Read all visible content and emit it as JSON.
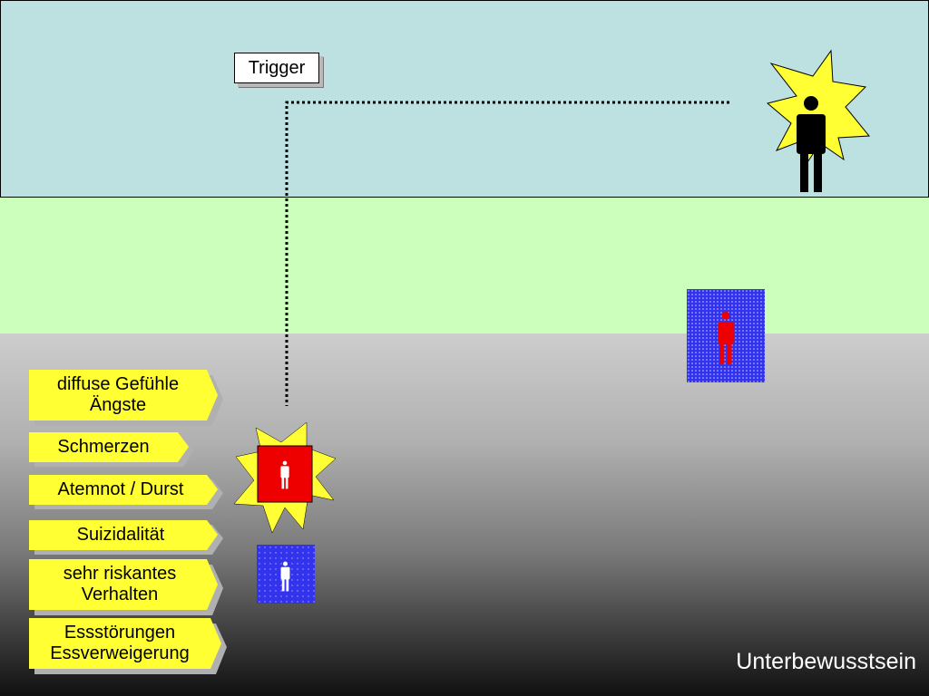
{
  "diagram": {
    "trigger_label": "Trigger",
    "bottom_layer_label": "Unterbewusstsein",
    "tags": [
      {
        "lines": [
          "diffuse Gefühle",
          "Ängste"
        ]
      },
      {
        "lines": [
          "Schmerzen"
        ]
      },
      {
        "lines": [
          "Atemnot / Durst"
        ]
      },
      {
        "lines": [
          "Suizidalität"
        ]
      },
      {
        "lines": [
          "sehr riskantes",
          "Verhalten"
        ]
      },
      {
        "lines": [
          "Essstörungen",
          "Essverweigerung"
        ]
      }
    ],
    "colors": {
      "layer_top": "#bde1e1",
      "layer_mid": "#ccffbb",
      "tag_fill": "#ffff33",
      "burst_fill": "#ffff33",
      "red_box": "#ee0000",
      "blue_pattern": "#3333ee",
      "figure_black": "#000000",
      "figure_red": "#ee0000"
    },
    "icons": {
      "figure": "person-figure-icon",
      "burst": "starburst-icon"
    }
  }
}
